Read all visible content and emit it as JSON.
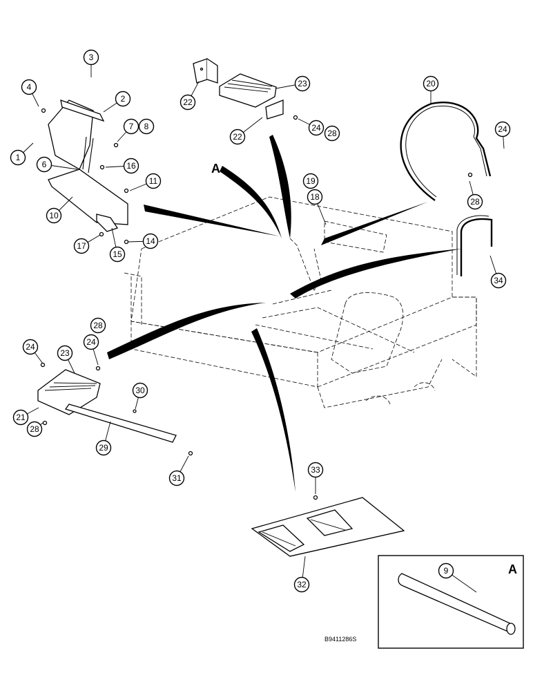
{
  "callouts": [
    "1",
    "2",
    "3",
    "4",
    "6",
    "7",
    "8",
    "10",
    "11",
    "14",
    "15",
    "16",
    "17",
    "19",
    "18",
    "20",
    "22",
    "22",
    "23",
    "24",
    "28",
    "24",
    "28",
    "34",
    "28",
    "24",
    "23",
    "24",
    "21",
    "28",
    "29",
    "30",
    "31",
    "33",
    "32",
    "9"
  ],
  "view_marker_main": "A",
  "view_marker_inset": "A",
  "drawing_code": "B9411286S"
}
